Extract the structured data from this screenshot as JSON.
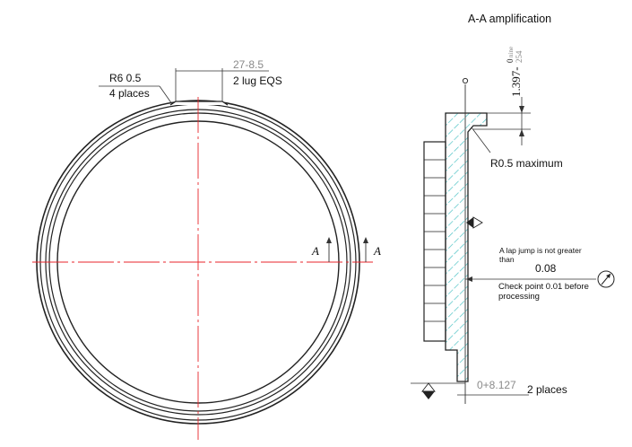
{
  "section_title": "A-A amplification",
  "ring_view": {
    "radius_label": "R6 0.5",
    "places_label": "4 places",
    "lug_width_label": "27-8.5",
    "lug_count_label": "2 lug EQS",
    "section_mark_left": "A",
    "section_mark_right": "A"
  },
  "section_view": {
    "height_dim_main": "1.397-",
    "height_dim_upper": "0",
    "height_dim_upper_sub": "nine",
    "height_dim_lower": "254",
    "radius_label": "R0.5 maximum",
    "runout_note_line1": "A lap jump is not greater",
    "runout_note_line2": "than",
    "runout_value": "0.08",
    "checkpoint_line1": "Check point 0.01 before",
    "checkpoint_line2": "processing",
    "step_dim": "0+8.127",
    "step_places": "2 places"
  },
  "colors": {
    "outline": "#222222",
    "centerline": "#e8262b",
    "hatch": "#4fc3c6",
    "leader": "#333333",
    "dim_grey": "#8a8a8a"
  },
  "icons": [
    "runout-symbol-icon",
    "datum-triangle-icon"
  ]
}
